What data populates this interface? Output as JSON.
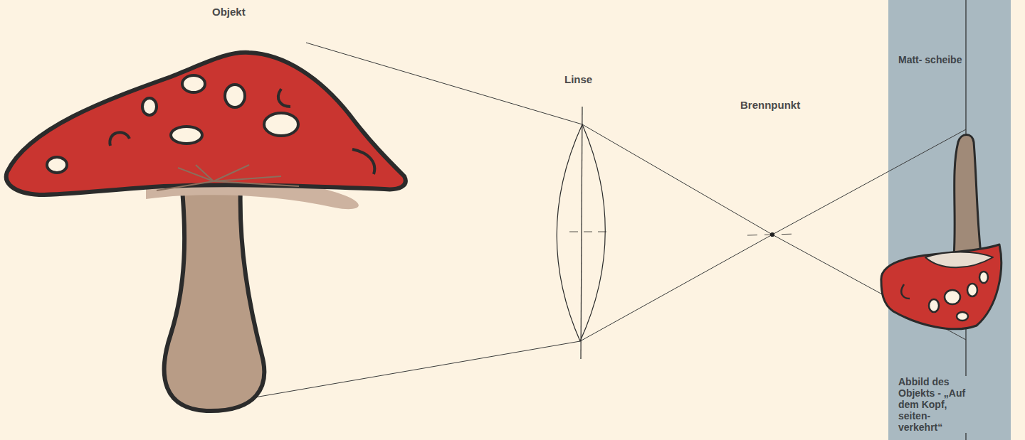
{
  "diagram": {
    "nodes": [
      {
        "text": [
          "Matt- scheibe",
          "Abbild des Objekts - „Auf dem Kopf, seiten- verkehrt“"
        ]
      }
    ],
    "labels": [
      "Objekt",
      "Linse",
      "Brennpunkt"
    ]
  }
}
